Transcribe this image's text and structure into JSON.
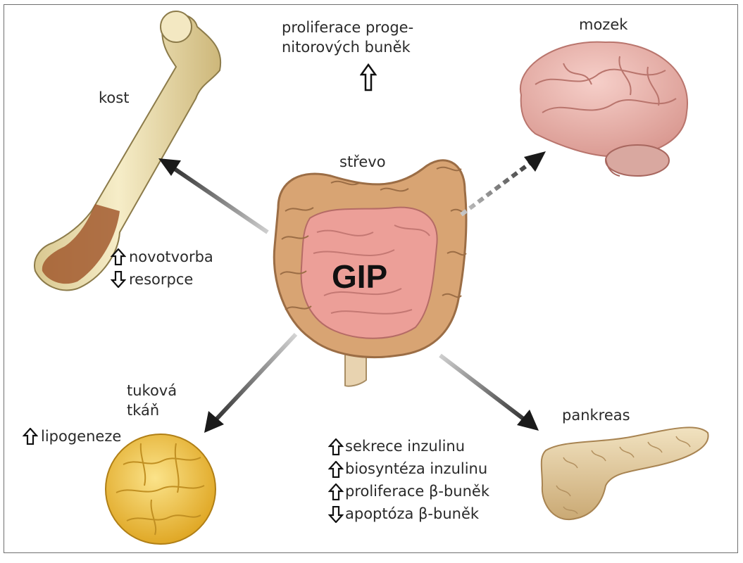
{
  "organs": {
    "kost": "kost",
    "mozek": "mozek",
    "strevo": "střevo",
    "tukova_line1": "tuková",
    "tukova_line2": "tkáň",
    "pankreas": "pankreas"
  },
  "center_label": "GIP",
  "progenitor": {
    "line1": "proliferace proge-",
    "line2": "nitorových buněk",
    "effect": "up"
  },
  "bone_effects": [
    {
      "label": "novotvorba",
      "direction": "up"
    },
    {
      "label": "resorpce",
      "direction": "down"
    }
  ],
  "fat_effects": [
    {
      "label": "lipogeneze",
      "direction": "up"
    }
  ],
  "pancreas_effects": [
    {
      "label": "sekrece inzulinu",
      "direction": "up"
    },
    {
      "label": "biosyntéza inzulinu",
      "direction": "up"
    },
    {
      "label": "proliferace β-buněk",
      "direction": "up"
    },
    {
      "label": "apoptóza β-buněk",
      "direction": "down"
    }
  ],
  "colors": {
    "bone": "#efe3b8",
    "bone_marrow": "#a05a2c",
    "brain": "#eab3ad",
    "intestine_outer": "#d9a77b",
    "intestine_inner": "#e79a95",
    "fat": "#f3c94a",
    "pancreas": "#e3cfa6",
    "arrow": "#1a1a1a"
  }
}
